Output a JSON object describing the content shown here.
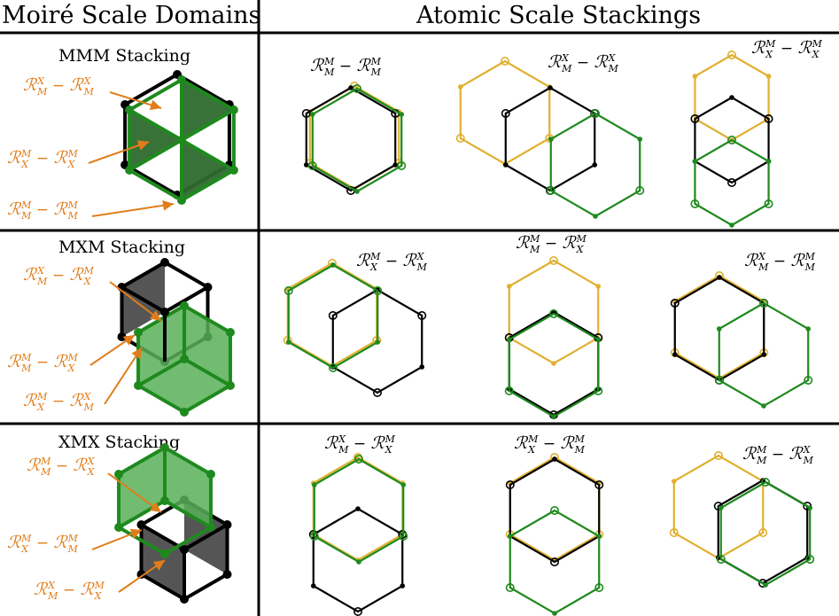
{
  "headers": {
    "left": "Moiré Scale Domains",
    "right": "Atomic Scale Stackings"
  },
  "rows": [
    {
      "stacking_label": "MMM Stacking",
      "domain_labels": [
        {
          "sup": "X",
          "sub": "M",
          "sup2": "X",
          "sub2": "M"
        },
        {
          "sup": "M",
          "sub": "X",
          "sup2": "M",
          "sub2": "X"
        },
        {
          "sup": "M",
          "sub": "M",
          "sup2": "M",
          "sub2": "M"
        }
      ],
      "atomic_labels": [
        {
          "sup": "M",
          "sub": "M",
          "sup2": "M",
          "sub2": "M"
        },
        {
          "sup": "X",
          "sub": "M",
          "sup2": "X",
          "sub2": "M"
        },
        {
          "sup": "M",
          "sub": "X",
          "sup2": "M",
          "sub2": "X"
        }
      ]
    },
    {
      "stacking_label": "MXM Stacking",
      "domain_labels": [
        {
          "sup": "X",
          "sub": "M",
          "sup2": "M",
          "sub2": "X"
        },
        {
          "sup": "M",
          "sub": "M",
          "sup2": "M",
          "sub2": "X"
        },
        {
          "sup": "M",
          "sub": "X",
          "sup2": "X",
          "sub2": "M"
        }
      ],
      "atomic_labels": [
        {
          "sup": "M",
          "sub": "X",
          "sup2": "X",
          "sub2": "M"
        },
        {
          "sup": "M",
          "sub": "M",
          "sup2": "M",
          "sub2": "X"
        },
        {
          "sup": "X",
          "sub": "M",
          "sup2": "M",
          "sub2": "M"
        }
      ]
    },
    {
      "stacking_label": "XMX Stacking",
      "domain_labels": [
        {
          "sup": "M",
          "sub": "M",
          "sup2": "X",
          "sub2": "X"
        },
        {
          "sup": "M",
          "sub": "X",
          "sup2": "M",
          "sub2": "M"
        },
        {
          "sup": "X",
          "sub": "M",
          "sup2": "M",
          "sub2": "X"
        }
      ],
      "atomic_labels": [
        {
          "sup": "X",
          "sub": "M",
          "sup2": "M",
          "sub2": "X"
        },
        {
          "sup": "M",
          "sub": "X",
          "sup2": "M",
          "sub2": "M"
        },
        {
          "sup": "M",
          "sub": "M",
          "sup2": "X",
          "sub2": "M"
        }
      ]
    }
  ],
  "colors": {
    "orange": "#e07d1a",
    "gold": "#e0b030",
    "green": "#1e8a1e",
    "dark_green_fill": "#2d6a2d",
    "light_green_fill": "#58b058",
    "gray_fill": "#555555",
    "black": "#000000"
  }
}
